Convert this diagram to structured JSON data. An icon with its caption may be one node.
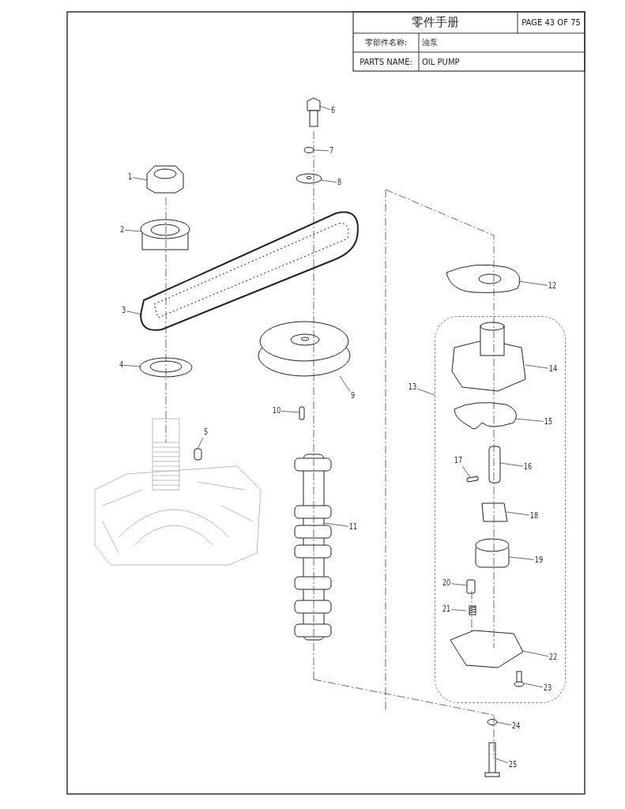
{
  "diagram": {
    "title": "零件手册",
    "nodes": [
      {
        "text": [
          "1"
        ]
      },
      {
        "text": [
          "2"
        ]
      },
      {
        "text": [
          "3"
        ]
      },
      {
        "text": [
          "4"
        ]
      },
      {
        "text": [
          "5"
        ]
      },
      {
        "text": [
          "6"
        ]
      },
      {
        "text": [
          "7"
        ]
      },
      {
        "text": [
          "8"
        ]
      },
      {
        "text": [
          "9"
        ]
      },
      {
        "text": [
          "10"
        ]
      },
      {
        "text": [
          "11"
        ]
      },
      {
        "text": [
          "12"
        ]
      },
      {
        "text": [
          "13"
        ]
      },
      {
        "text": [],
        "shape": "box"
      },
      {
        "text": [
          "14"
        ],
        "in": 13
      },
      {
        "text": [
          "15"
        ],
        "in": 13
      },
      {
        "text": [
          "16"
        ],
        "in": 13
      },
      {
        "text": [
          "17"
        ],
        "in": 13
      },
      {
        "text": [
          "18"
        ],
        "in": 13
      },
      {
        "text": [
          "19"
        ],
        "in": 13
      },
      {
        "text": [
          "20"
        ],
        "in": 13
      },
      {
        "text": [
          "21"
        ],
        "in": 13
      },
      {
        "text": [
          "22"
        ],
        "in": 13
      },
      {
        "text": [
          "23"
        ],
        "in": 13
      },
      {
        "text": [
          "24"
        ]
      },
      {
        "text": [
          "25"
        ]
      }
    ],
    "edges": [
      {
        "from": 0,
        "to": null,
        "arrow": "none"
      },
      {
        "from": 1,
        "to": null,
        "arrow": "none"
      },
      {
        "from": 2,
        "to": null,
        "arrow": "none"
      },
      {
        "from": 3,
        "to": null,
        "arrow": "none"
      },
      {
        "from": 4,
        "to": null,
        "arrow": "none"
      },
      {
        "from": 5,
        "to": null,
        "arrow": "none"
      },
      {
        "from": 6,
        "to": null,
        "arrow": "none"
      },
      {
        "from": 7,
        "to": null,
        "arrow": "none"
      },
      {
        "from": 8,
        "to": null,
        "arrow": "none"
      },
      {
        "from": 9,
        "to": null,
        "arrow": "none"
      },
      {
        "from": 10,
        "to": null,
        "arrow": "none"
      },
      {
        "from": 11,
        "to": null,
        "arrow": "none"
      },
      {
        "from": 12,
        "to": 13,
        "arrow": "none"
      },
      {
        "from": 14,
        "to": null,
        "arrow": "none"
      },
      {
        "from": 15,
        "to": null,
        "arrow": "none"
      },
      {
        "from": 16,
        "to": null,
        "arrow": "none"
      },
      {
        "from": 17,
        "to": null,
        "arrow": "none"
      },
      {
        "from": 18,
        "to": null,
        "arrow": "none"
      },
      {
        "from": 19,
        "to": null,
        "arrow": "none"
      },
      {
        "from": 20,
        "to": null,
        "arrow": "none"
      },
      {
        "from": 21,
        "to": null,
        "arrow": "none"
      },
      {
        "from": 22,
        "to": null,
        "arrow": "none"
      },
      {
        "from": 23,
        "to": null,
        "arrow": "none"
      },
      {
        "from": 24,
        "to": null,
        "arrow": "none"
      },
      {
        "from": 25,
        "to": null,
        "arrow": "none"
      }
    ],
    "labels": [
      "PAGE 43 OF 75",
      "零部件名称:",
      "油泵",
      "PARTS NAME:",
      "OIL PUMP"
    ]
  }
}
